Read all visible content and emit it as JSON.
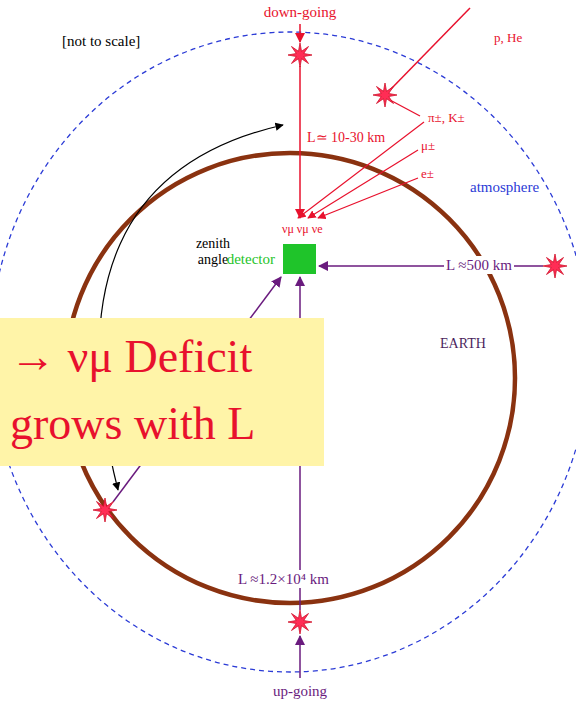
{
  "diagram": {
    "nodes": [
      {
        "text": [
          "detector"
        ]
      },
      {
        "text": [
          "→ νμ Deficit grows with L"
        ]
      }
    ],
    "labels": [
      "down-going",
      "[not to scale]",
      "p, He",
      "π±, K±",
      "μ±",
      "e±",
      "L≃ 10-30 km",
      "νμ νμ νe",
      "atmosphere",
      "zenith angle",
      "L ≈500 km",
      "EARTH",
      "L ≈1.2×10⁴ km",
      "up-going"
    ]
  }
}
